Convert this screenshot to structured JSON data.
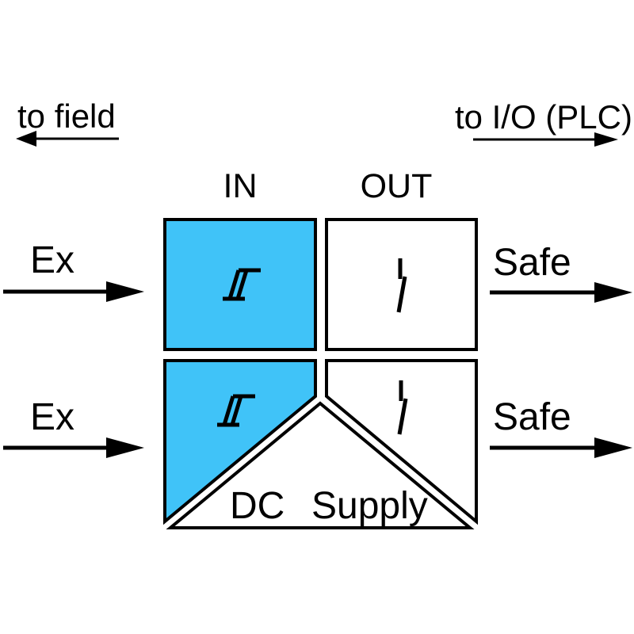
{
  "colors": {
    "channel_highlight": "#40C3F8",
    "stroke": "#000000",
    "background": "#FFFFFF"
  },
  "header": {
    "to_field_label": "to field",
    "to_io_label": "to I/O (PLC)"
  },
  "columns": {
    "in_label": "IN",
    "out_label": "OUT"
  },
  "channels": [
    {
      "input_label": "Ex",
      "output_label": "Safe",
      "input_symbol": "hysteresis-icon",
      "output_symbol": "switch-contact-icon"
    },
    {
      "input_label": "Ex",
      "output_label": "Safe",
      "input_symbol": "hysteresis-icon",
      "output_symbol": "switch-contact-icon"
    }
  ],
  "supply": {
    "label_word1": "DC",
    "label_word2": "Supply"
  }
}
